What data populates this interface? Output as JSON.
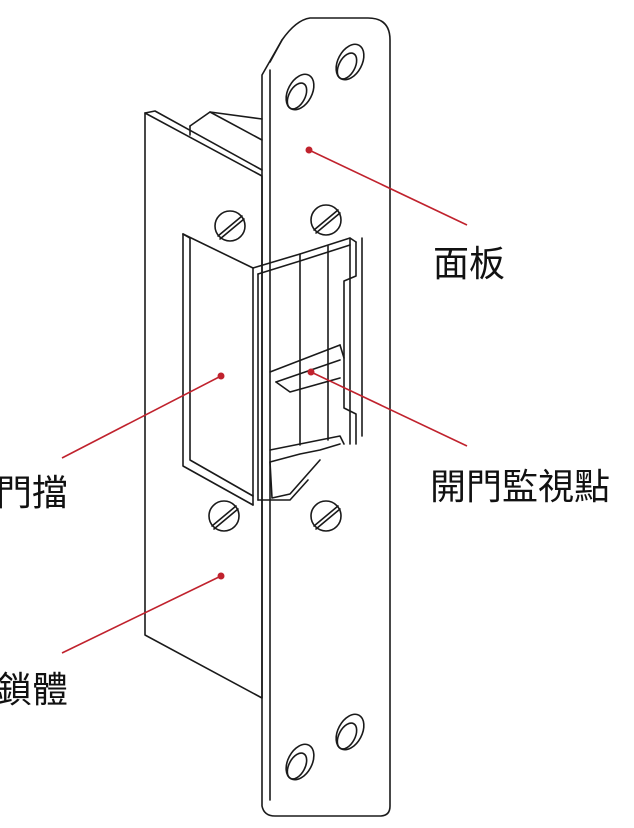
{
  "labels": {
    "faceplate": "面板",
    "door_stop": "門擋",
    "door_open_monitor_point": "開門監視點",
    "lock_body": "鎖體"
  },
  "colors": {
    "line": "#1a1a1a",
    "callout": "#c0222d",
    "background": "#ffffff"
  }
}
